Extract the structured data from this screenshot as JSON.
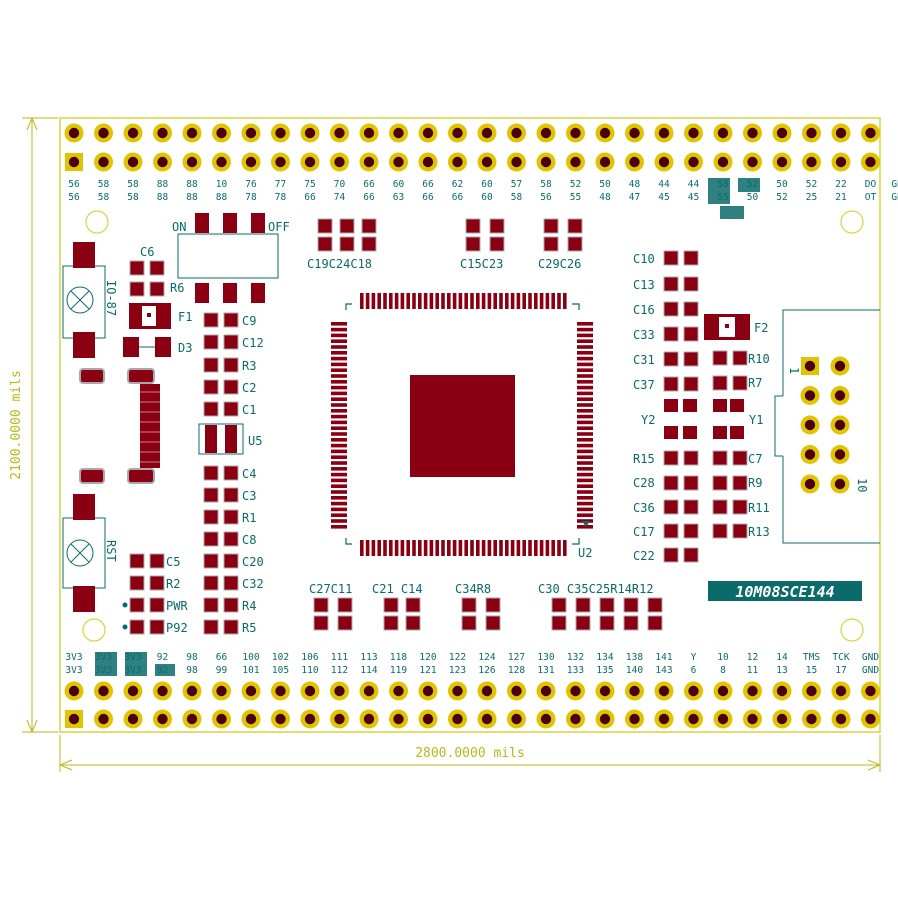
{
  "colors": {
    "board_outline": "#d6d640",
    "dimension": "#b9b91a",
    "pad": "#8a0012",
    "pad_ring": "#a9a9a9",
    "silkscreen": "#0b6b6b",
    "hole_ring": "#e0c400",
    "chip_label_bg": "#0b6b6b"
  },
  "dimensions": {
    "width_label": "2800.0000 mils",
    "height_label": "2100.0000 mils"
  },
  "chip": {
    "part_number": "10M08SCE144",
    "designator": "U2"
  },
  "switch": {
    "on_label": "ON",
    "off_label": "OFF"
  },
  "header_right": {
    "pin1_label": "1",
    "pin10_label": "10"
  },
  "designators": {
    "c6": "C6",
    "r6": "R6",
    "f1": "F1",
    "d3": "D3",
    "io87": "IO-87",
    "c9": "C9",
    "c12": "C12",
    "r3": "R3",
    "c2": "C2",
    "c1": "C1",
    "u5": "U5",
    "c4": "C4",
    "c3": "C3",
    "r1": "R1",
    "c8": "C8",
    "c20": "C20",
    "c32": "C32",
    "r4": "R4",
    "r5": "R5",
    "c5": "C5",
    "r2": "R2",
    "pwr": "PWR",
    "p92": "P92",
    "rst": "RST",
    "c19c24c18": "C19C24C18",
    "c15c23": "C15C23",
    "c29c26": "C29C26",
    "c10": "C10",
    "c13": "C13",
    "c16": "C16",
    "c33": "C33",
    "c31": "C31",
    "c37": "C37",
    "y2": "Y2",
    "r15": "R15",
    "c28": "C28",
    "c36": "C36",
    "c17": "C17",
    "c22": "C22",
    "f2": "F2",
    "r10": "R10",
    "r7": "R7",
    "y1": "Y1",
    "c7": "C7",
    "r9": "R9",
    "r11": "R11",
    "r13": "R13",
    "c27c11": "C27C11",
    "c21c14": "C21 C14",
    "c34r8": "C34R8",
    "c30group": "C30 C35C25R14R12"
  },
  "top_pin_labels_row1": [
    "56",
    "58",
    "58",
    "88",
    "88",
    "10",
    "76",
    "77",
    "75",
    "70",
    "66",
    "60",
    "66",
    "62",
    "60",
    "57",
    "58",
    "52",
    "50",
    "48",
    "44",
    "44",
    "58",
    "52",
    "50",
    "52",
    "22",
    "DO",
    "GND"
  ],
  "top_pin_labels_row2": [
    "56",
    "58",
    "58",
    "88",
    "88",
    "88",
    "78",
    "78",
    "66",
    "74",
    "66",
    "63",
    "66",
    "66",
    "60",
    "58",
    "56",
    "55",
    "48",
    "47",
    "45",
    "45",
    "55",
    "50",
    "52",
    "25",
    "21",
    "OT",
    "GND"
  ],
  "bottom_pin_labels_row1": [
    "3V3",
    "3V3",
    "3V3",
    "92",
    "98",
    "66",
    "100",
    "102",
    "106",
    "111",
    "113",
    "118",
    "120",
    "122",
    "124",
    "127",
    "130",
    "132",
    "134",
    "138",
    "141",
    "Y",
    "10",
    "12",
    "14",
    "TMS",
    "TCK",
    "GND"
  ],
  "bottom_pin_labels_row2": [
    "3V3",
    "3V3",
    "3V3",
    "92",
    "98",
    "99",
    "101",
    "105",
    "110",
    "112",
    "114",
    "119",
    "121",
    "123",
    "126",
    "128",
    "131",
    "133",
    "135",
    "140",
    "143",
    "6",
    "8",
    "11",
    "13",
    "15",
    "17",
    "GND"
  ]
}
